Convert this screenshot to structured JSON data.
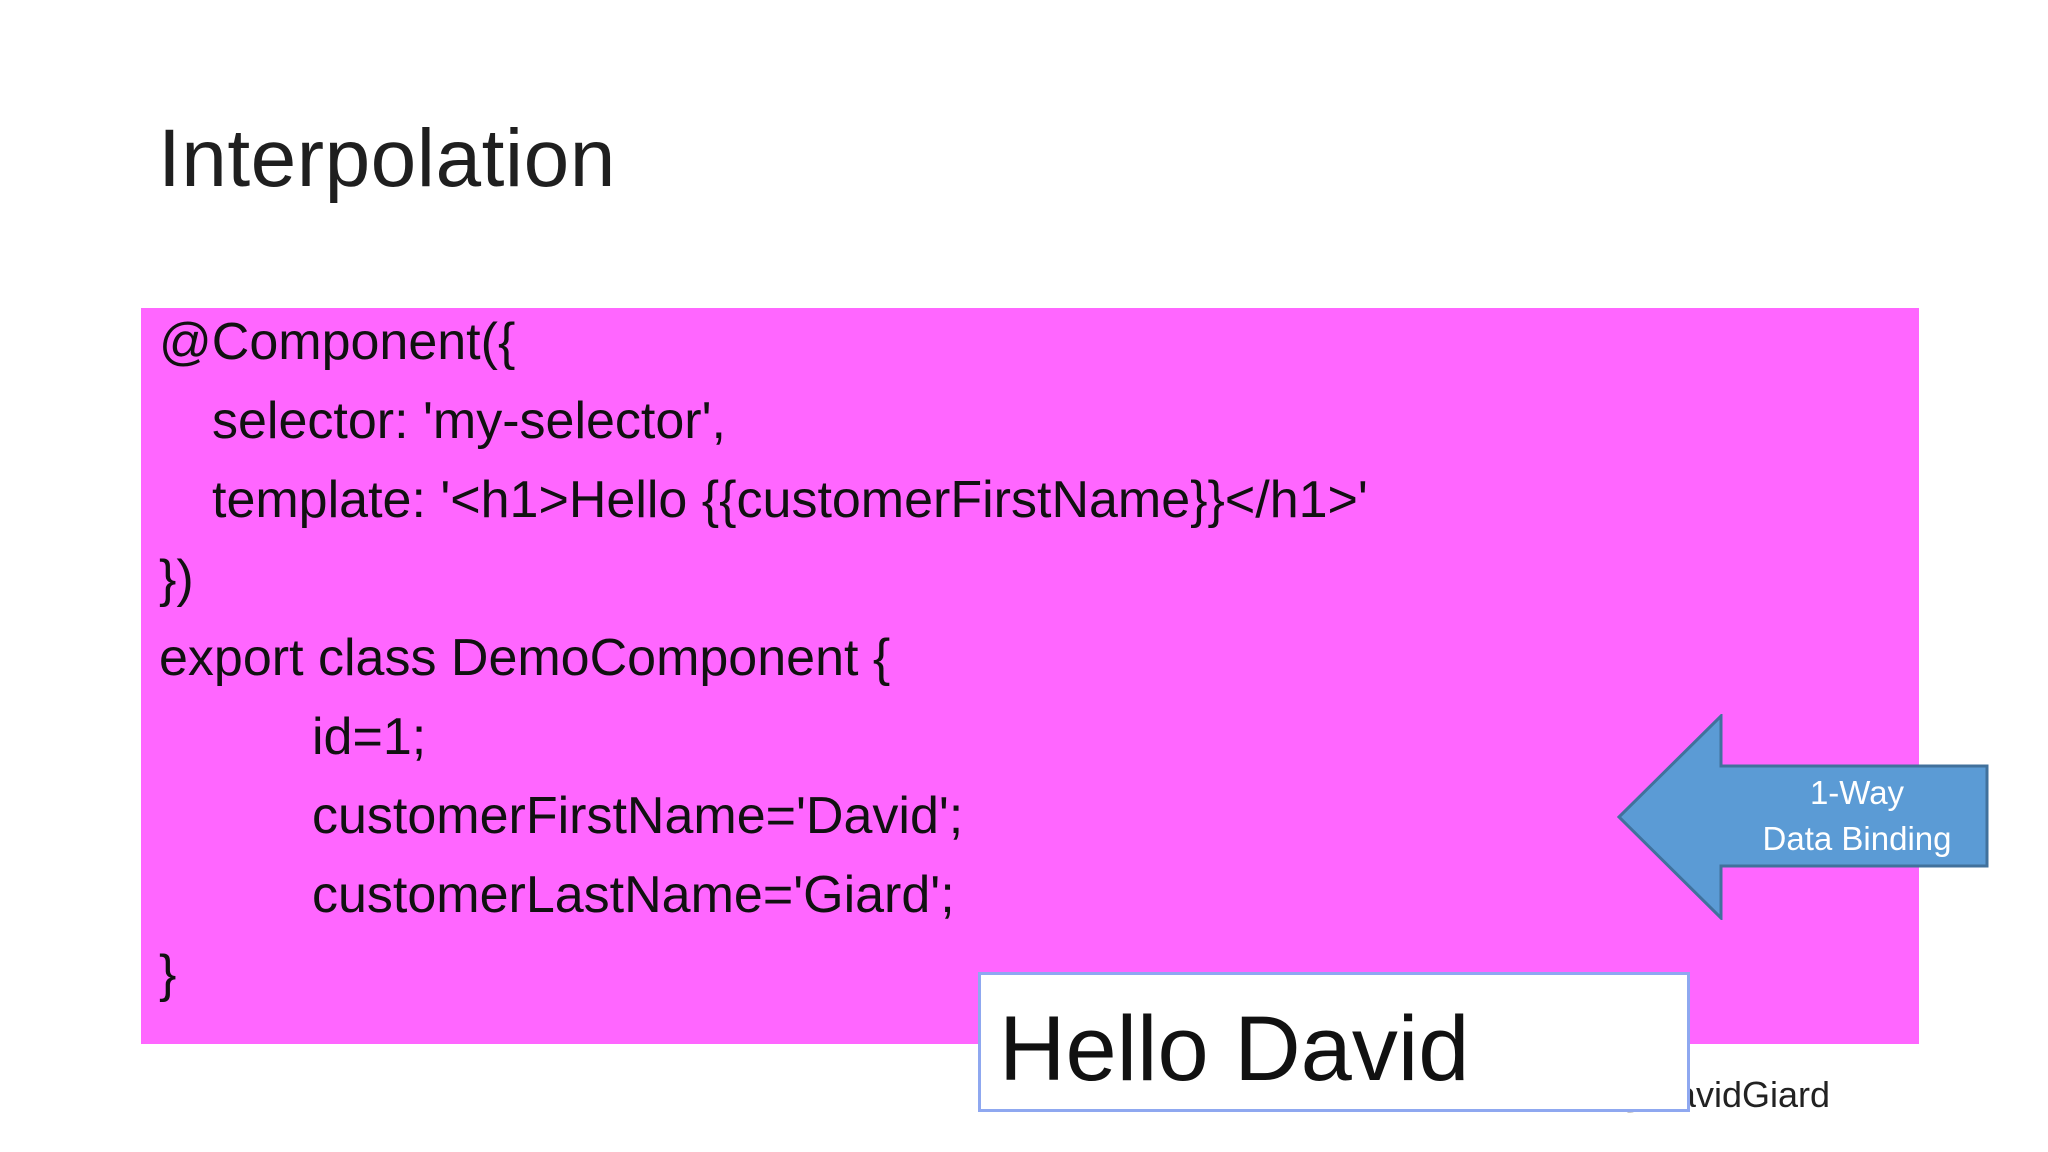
{
  "slide": {
    "title": "Interpolation",
    "footer_handle": "@DavidGiard"
  },
  "code": {
    "lines": [
      "@Component({",
      "selector: 'my-selector',",
      "template: '<h1>Hello {{customerFirstName}}</h1>'",
      "})",
      "export class DemoComponent {",
      "id=1;",
      "customerFirstName='David';",
      "customerLastName='Giard';",
      "}"
    ]
  },
  "callout": {
    "line1": "1-Way",
    "line2": "Data Binding",
    "color": "#5b9bd5",
    "border_color": "#41719c"
  },
  "output": {
    "text": "Hello David"
  },
  "colors": {
    "code_background": "#ff66ff",
    "output_border": "#8fa8f0"
  }
}
